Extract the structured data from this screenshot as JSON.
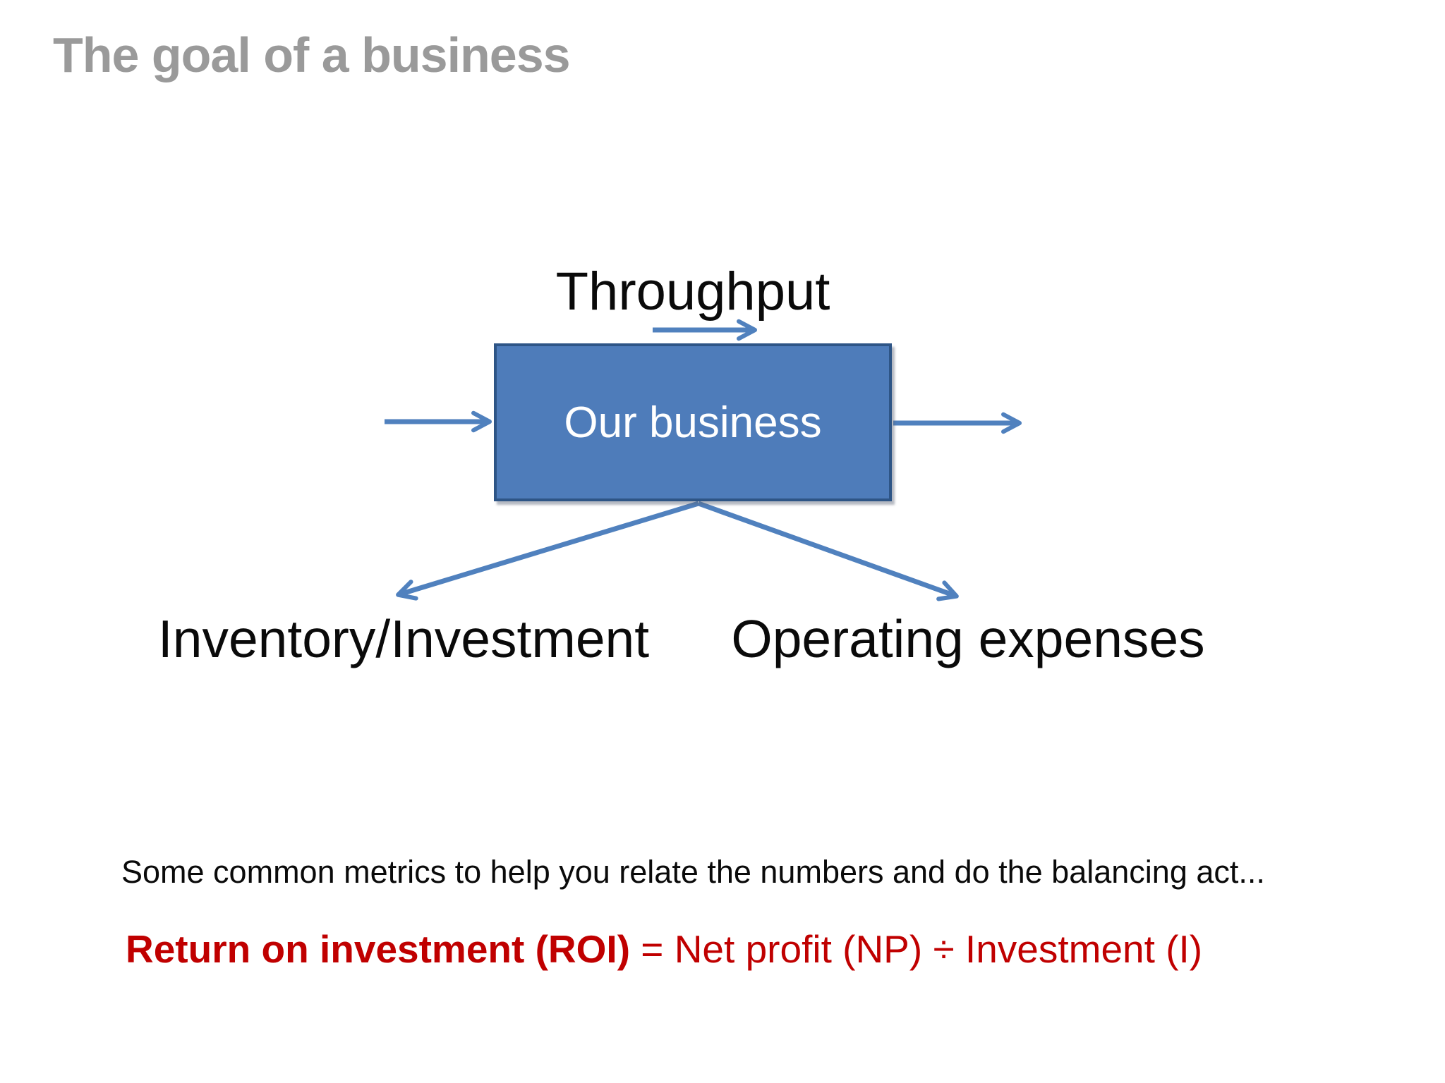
{
  "slide": {
    "title": "The goal of a business",
    "diagram": {
      "throughput_label": "Throughput",
      "box_label": "Our business",
      "inventory_label": "Inventory/Investment",
      "operating_label": "Operating expenses",
      "arrows": [
        "throughput-arrow",
        "input-arrow",
        "output-arrow",
        "inventory-arrow",
        "operating-expenses-arrow"
      ]
    },
    "footer": {
      "metrics_line": "Some common metrics to help you relate the numbers and do the balancing act...",
      "roi_bold": "Return on investment (ROI)",
      "roi_rest": " = Net profit (NP) ÷ Investment (I)"
    },
    "colors": {
      "background": "#ffffff",
      "title_gray": "#9a9a9a",
      "text_black": "#0a0a0a",
      "box_fill": "#4e7cba",
      "box_border": "#2e5586",
      "arrow_blue": "#5081be",
      "roi_red": "#c00000"
    }
  }
}
